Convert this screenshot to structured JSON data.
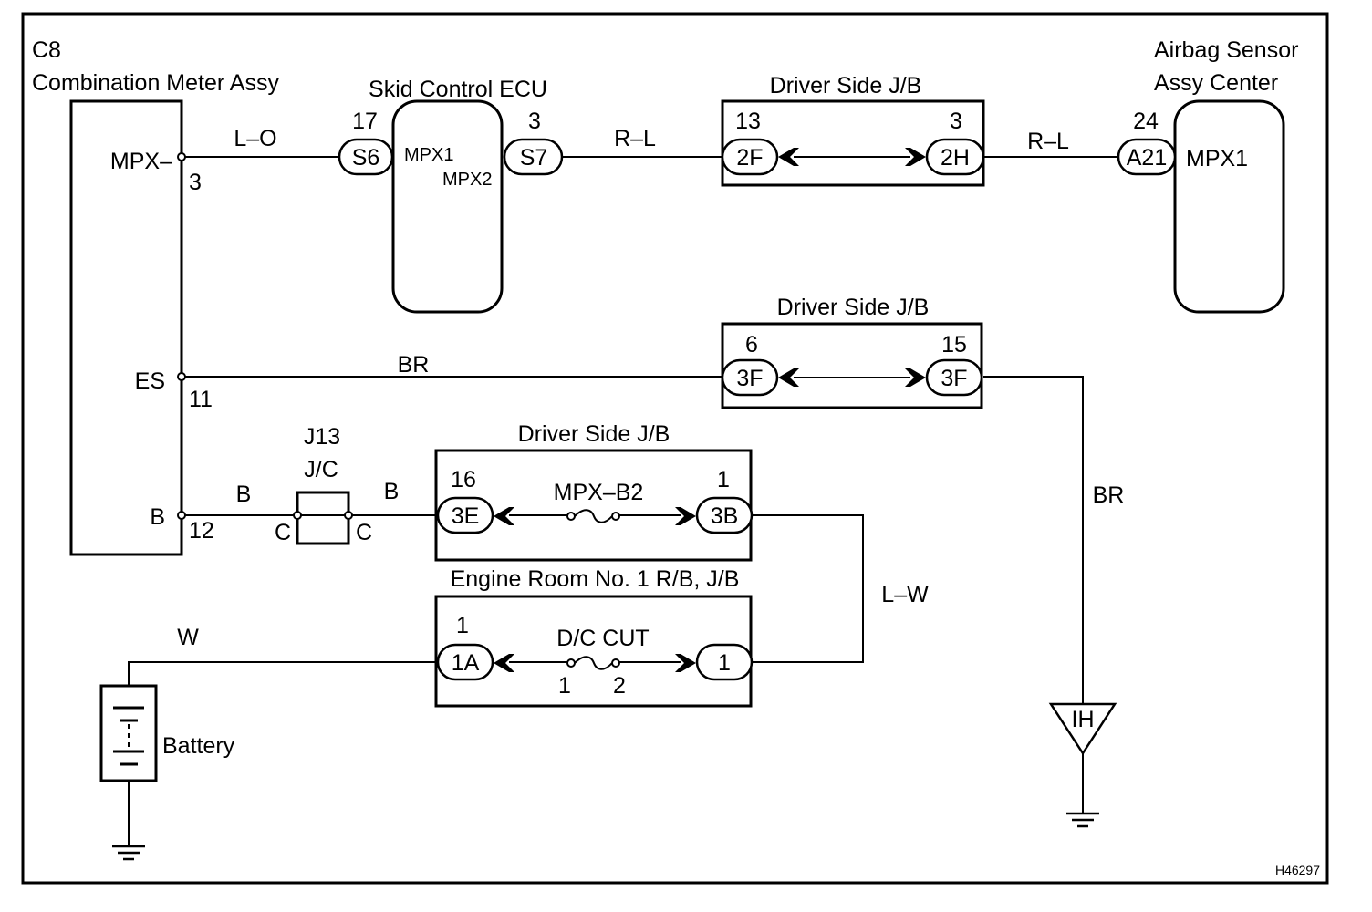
{
  "components": {
    "meter_code": "C8",
    "meter_name": "Combination Meter Assy",
    "meter_pin_mpx": "MPX–",
    "meter_pin_mpx_no": "3",
    "meter_pin_es": "ES",
    "meter_pin_es_no": "11",
    "meter_pin_b": "B",
    "meter_pin_b_no": "12",
    "skid_name": "Skid Control ECU",
    "skid_pin1": "MPX1",
    "skid_pin2": "MPX2",
    "airbag_line1": "Airbag Sensor",
    "airbag_line2": "Assy Center",
    "airbag_pin": "MPX1",
    "battery": "Battery",
    "jc_code": "J13",
    "jc_name": "J/C",
    "jc_pin_left": "C",
    "jc_pin_right": "C"
  },
  "junction_blocks": {
    "jb1_title": "Driver Side J/B",
    "jb1_left_pin": "13",
    "jb1_left_conn": "2F",
    "jb1_right_pin": "3",
    "jb1_right_conn": "2H",
    "jb2_title": "Driver Side J/B",
    "jb2_left_pin": "6",
    "jb2_left_conn": "3F",
    "jb2_right_pin": "15",
    "jb2_right_conn": "3F",
    "jb3_title": "Driver Side J/B",
    "jb3_left_pin": "16",
    "jb3_left_conn": "3E",
    "jb3_right_pin": "1",
    "jb3_right_conn": "3B",
    "jb3_fuse": "MPX–B2",
    "rb_title": "Engine Room No. 1 R/B, J/B",
    "rb_left_pin": "1",
    "rb_left_conn": "1A",
    "rb_right_conn": "1",
    "rb_fuse": "D/C CUT",
    "rb_fuse_pin1": "1",
    "rb_fuse_pin2": "2"
  },
  "connectors": {
    "s6_pin": "17",
    "s6": "S6",
    "s7_pin": "3",
    "s7": "S7",
    "a21_pin": "24",
    "a21": "A21"
  },
  "wires": {
    "lo": "L–O",
    "rl1": "R–L",
    "rl2": "R–L",
    "br1": "BR",
    "br2": "BR",
    "b1": "B",
    "b2": "B",
    "lw": "L–W",
    "w": "W"
  },
  "ground": {
    "ih": "IH"
  },
  "figure_code": "H46297"
}
